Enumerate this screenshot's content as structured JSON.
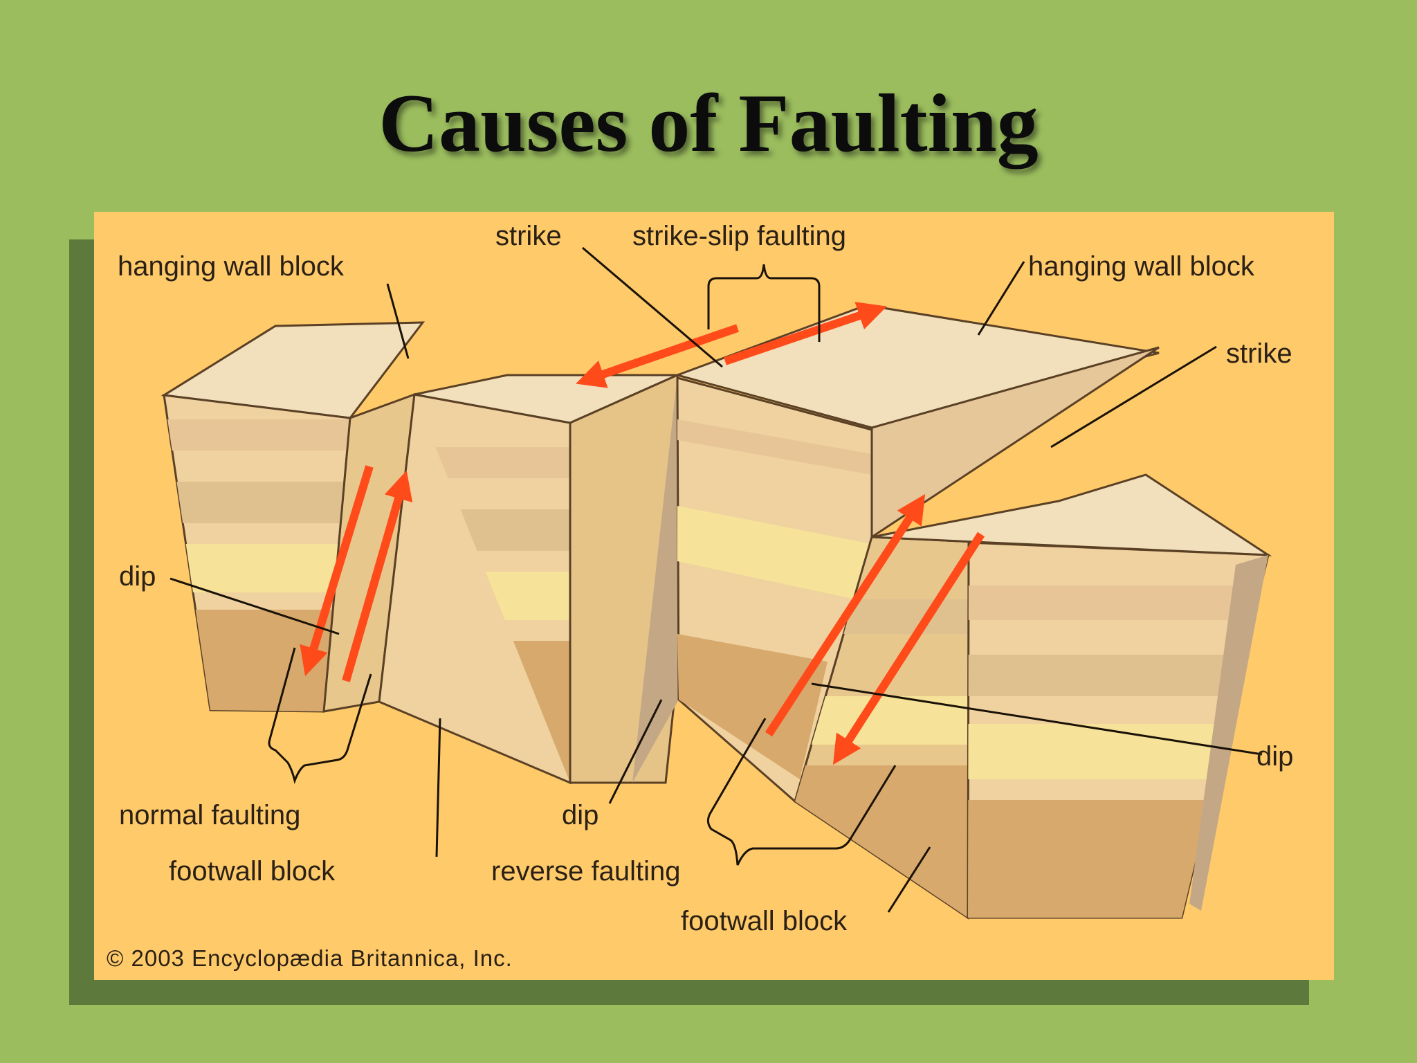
{
  "slide": {
    "title": "Causes of Faulting"
  },
  "diagram": {
    "labels": {
      "hanging_wall_left": "hanging wall block",
      "strike_top": "strike",
      "strike_slip": "strike-slip faulting",
      "hanging_wall_right": "hanging wall block",
      "strike_right": "strike",
      "dip_left": "dip",
      "normal_faulting": "normal faulting",
      "footwall_left": "footwall block",
      "dip_middle": "dip",
      "reverse_faulting": "reverse faulting",
      "footwall_right": "footwall block",
      "dip_right": "dip"
    },
    "copyright": "© 2003 Encyclopædia Britannica, Inc.",
    "colors": {
      "background": "#9bbd5e",
      "panel": "#ffca6a",
      "arrow": "#ff4a1a",
      "outline": "#4a3520"
    }
  }
}
